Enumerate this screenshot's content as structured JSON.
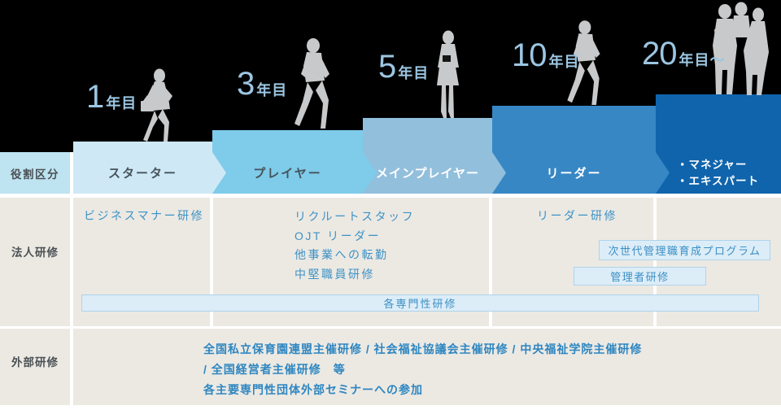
{
  "palette": {
    "top_background": "#000000",
    "section_background": "#ECE9E3",
    "role_header_cell": "#BEE3F1",
    "stage_colors": [
      "#CEE9F5",
      "#7ECBEA",
      "#92BFDC",
      "#3787C5",
      "#0F64AC"
    ],
    "year_label_color": "#9CC6E2",
    "training_text_color": "#3E92C5",
    "external_text_color": "#2E86C1",
    "box_fill": "#DCEDF8",
    "box_border": "#AED3EA",
    "silhouette_color": "#C7C9CB",
    "label_text_color": "#4A5054"
  },
  "timeline": {
    "row_label": "役割区分",
    "stages": [
      {
        "year": "1",
        "suffix": "年目",
        "role": "スターター"
      },
      {
        "year": "3",
        "suffix": "年目",
        "role": "プレイヤー"
      },
      {
        "year": "5",
        "suffix": "年目",
        "role": "メインプレイヤー"
      },
      {
        "year": "10",
        "suffix": "年目",
        "role": "リーダー"
      },
      {
        "year": "20",
        "suffix": "年目〜",
        "role_lines": [
          "・マネジャー",
          "・エキスパート"
        ]
      }
    ]
  },
  "corporate_training": {
    "row_label": "法人研修",
    "starter_item": "ビジネスマナー研修",
    "player_items": [
      "リクルートスタッフ",
      "OJT リーダー",
      "他事業への転勤",
      "中堅職員研修"
    ],
    "leader_item": "リーダー研修",
    "program_box": "次世代管理職育成プログラム",
    "manager_box": "管理者研修",
    "specialty_bar": "各専門性研修"
  },
  "external_training": {
    "row_label": "外部研修",
    "lines": [
      "全国私立保育園連盟主催研修 / 社会福祉協議会主催研修 / 中央福祉学院主催研修",
      "/ 全国経営者主催研修　等",
      "各主要専門性団体外部セミナーへの参加"
    ]
  }
}
